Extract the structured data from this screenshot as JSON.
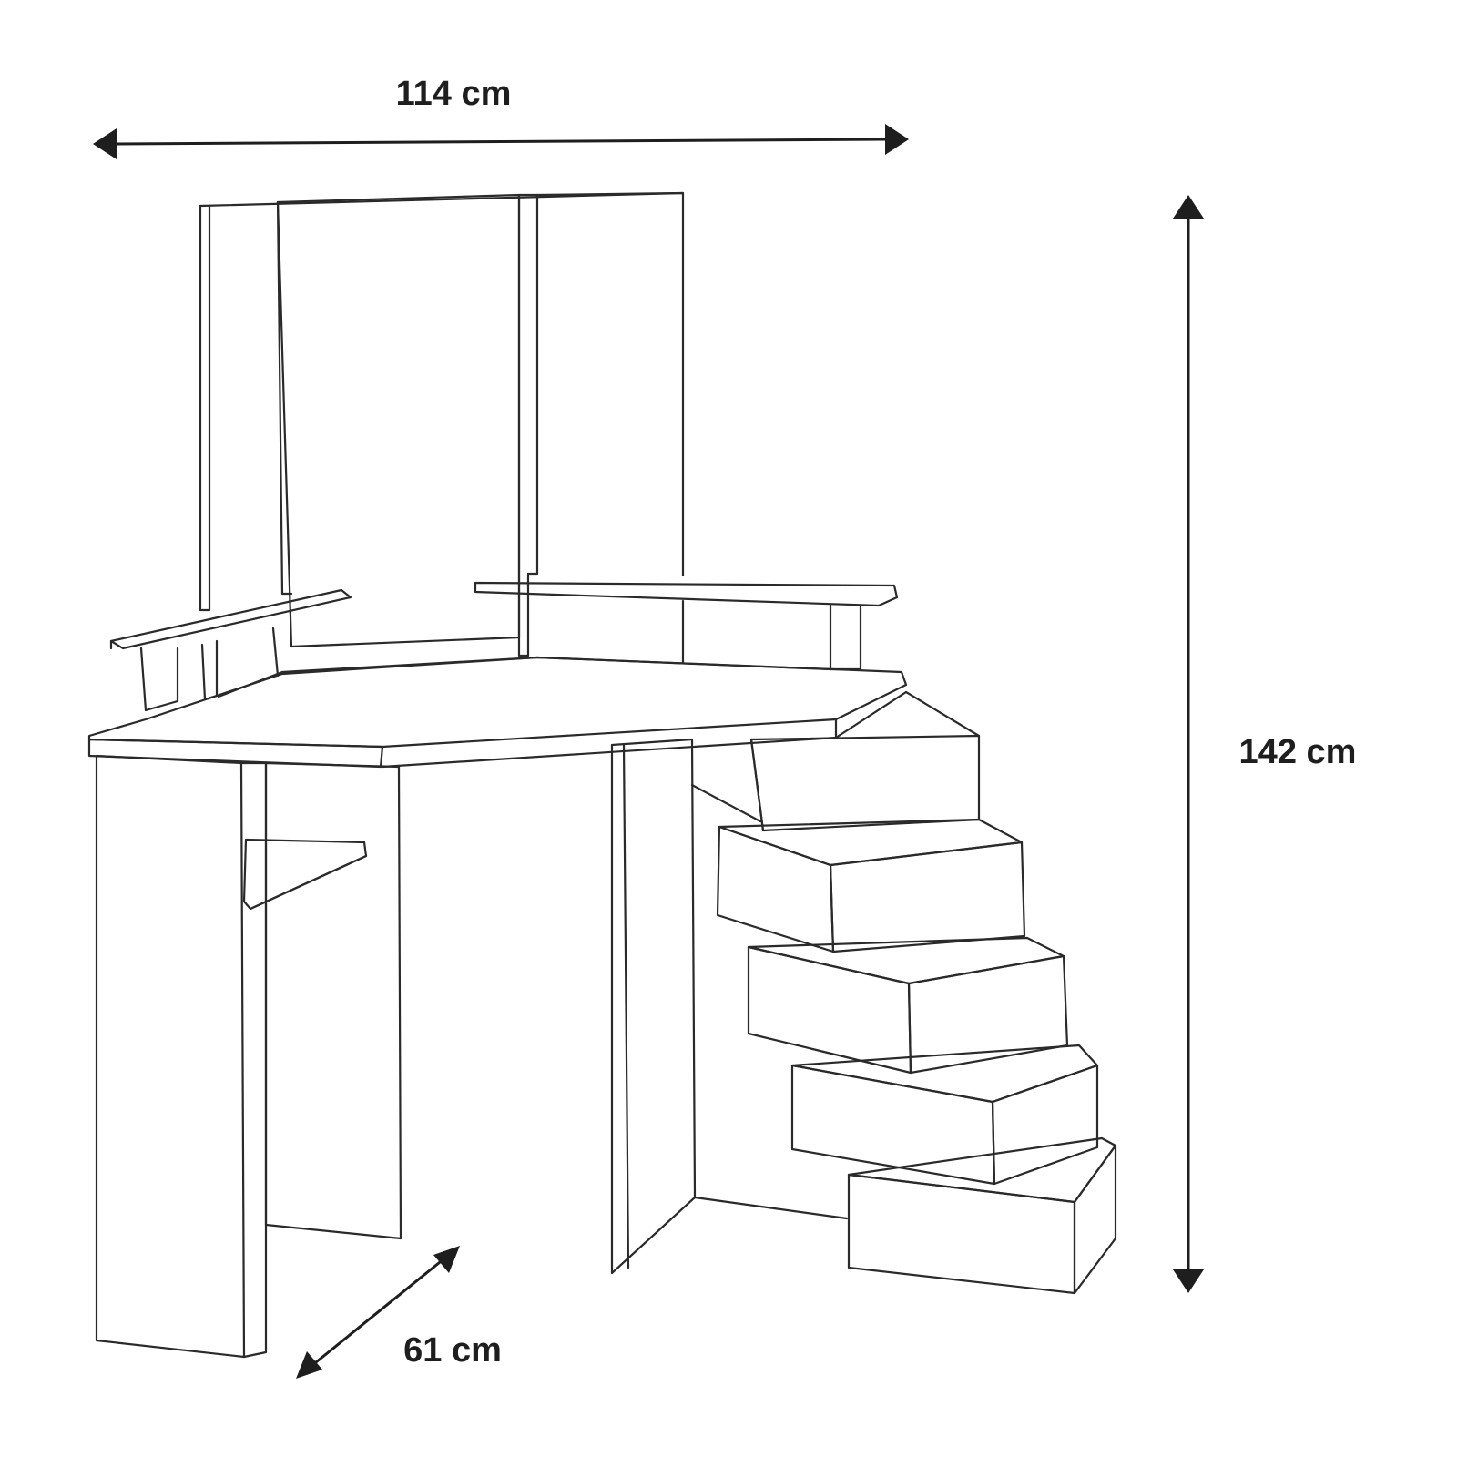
{
  "dimensions": {
    "width_label": "114 cm",
    "height_label": "142 cm",
    "depth_label": "61 cm"
  },
  "colors": {
    "line": "#2a2a2a",
    "dimension": "#1e1e1e",
    "background": "#ffffff"
  }
}
